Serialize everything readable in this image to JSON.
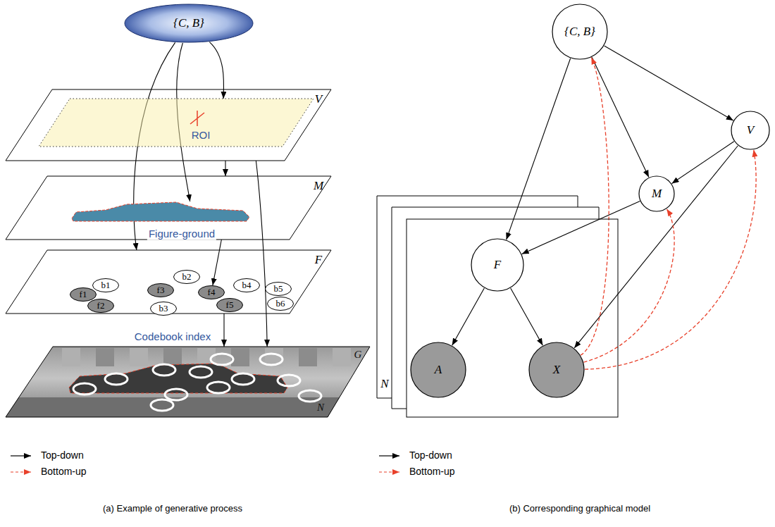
{
  "diagram": {
    "nodes": [
      {
        "text": [
          "{C, B}"
        ]
      },
      {
        "text": [
          "V"
        ]
      },
      {
        "text": [
          "ROI"
        ],
        "in": 1
      },
      {
        "text": [
          "M"
        ]
      },
      {
        "text": [
          "Figure-ground"
        ],
        "in": 3
      },
      {
        "text": [
          "F",
          "Codebook index"
        ]
      },
      {
        "text": [
          "f1"
        ],
        "in": 5
      },
      {
        "text": [
          "b1"
        ],
        "in": 5
      },
      {
        "text": [
          "f2"
        ],
        "in": 5
      },
      {
        "text": [
          "f3"
        ],
        "in": 5
      },
      {
        "text": [
          "b2"
        ],
        "in": 5
      },
      {
        "text": [
          "b3"
        ],
        "in": 5
      },
      {
        "text": [
          "f4"
        ],
        "in": 5
      },
      {
        "text": [
          "f5"
        ],
        "in": 5
      },
      {
        "text": [
          "b4"
        ],
        "in": 5
      },
      {
        "text": [
          "b5"
        ],
        "in": 5
      },
      {
        "text": [
          "b6"
        ],
        "in": 5
      },
      {
        "text": [
          "G",
          "N"
        ]
      },
      {
        "text": [
          "{C, B}"
        ]
      },
      {
        "text": [
          "V"
        ]
      },
      {
        "text": [
          "M"
        ]
      },
      {
        "text": [
          "N"
        ]
      },
      {
        "text": [
          "F"
        ],
        "in": 21
      },
      {
        "text": [
          "A"
        ],
        "in": 21
      },
      {
        "text": [
          "X"
        ],
        "in": 21
      }
    ],
    "edges": [
      {
        "from": 0,
        "to": 2,
        "arrow": "to"
      },
      {
        "from": 0,
        "to": 4,
        "arrow": "to"
      },
      {
        "from": 0,
        "to": 5,
        "arrow": "to"
      },
      {
        "from": 1,
        "to": 3,
        "arrow": "to"
      },
      {
        "from": 1,
        "to": 17,
        "arrow": "to"
      },
      {
        "from": 3,
        "to": 12,
        "arrow": "to"
      },
      {
        "from": 5,
        "to": 17,
        "arrow": "to"
      },
      {
        "from": 18,
        "to": 22,
        "arrow": "to"
      },
      {
        "from": 18,
        "to": 20,
        "arrow": "to"
      },
      {
        "from": 18,
        "to": 19,
        "arrow": "to"
      },
      {
        "from": 19,
        "to": 20,
        "arrow": "to"
      },
      {
        "from": 20,
        "to": 22,
        "arrow": "to"
      },
      {
        "from": 22,
        "to": 23,
        "arrow": "to"
      },
      {
        "from": 22,
        "to": 24,
        "arrow": "to"
      },
      {
        "from": 19,
        "to": 24,
        "arrow": "to"
      },
      {
        "from": 24,
        "to": 18,
        "arrow": "to"
      },
      {
        "from": 24,
        "to": 20,
        "arrow": "to"
      },
      {
        "from": 24,
        "to": 19,
        "arrow": "to"
      }
    ],
    "labels": [
      "(a) Example of generative process",
      "(b) Corresponding graphical model"
    ],
    "legend": [
      {
        "text": "Top-down"
      },
      {
        "text": "Bottom-up"
      },
      {
        "text": "Top-down"
      },
      {
        "text": "Bottom-up"
      }
    ]
  }
}
